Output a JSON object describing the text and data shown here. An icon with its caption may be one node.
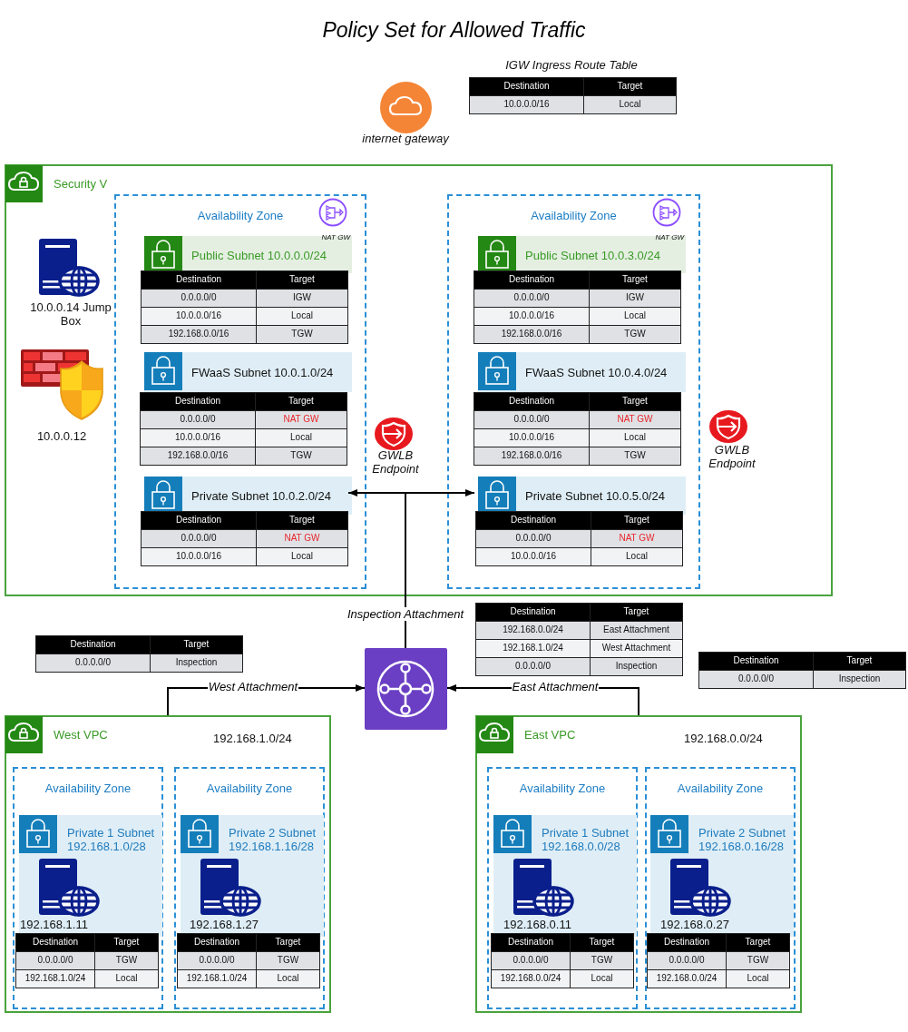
{
  "diagram": {
    "title": "Policy Set for Allowed Traffic",
    "nodes": [
      {
        "text": [
          "Security V"
        ]
      },
      {
        "text": [
          "Availability Zone"
        ],
        "in": 0
      },
      {
        "text": [
          "Public Subnet 10.0.0.0/24"
        ],
        "in": 1
      },
      {
        "text": [
          "FWaaS Subnet 10.0.1.0/24"
        ],
        "in": 1
      },
      {
        "text": [
          "Private Subnet 10.0.2.0/24"
        ],
        "in": 1
      },
      {
        "text": [
          "Availability Zone"
        ],
        "in": 0
      },
      {
        "text": [
          "Public Subnet 10.0.3.0/24"
        ],
        "in": 5
      },
      {
        "text": [
          "FWaaS Subnet 10.0.4.0/24"
        ],
        "in": 5
      },
      {
        "text": [
          "Private Subnet 10.0.5.0/24"
        ],
        "in": 5
      },
      {
        "text": [],
        "shape": "box"
      },
      {
        "text": [
          "West VPC",
          "192.168.1.0/24"
        ]
      },
      {
        "text": [
          "Availability Zone"
        ],
        "in": 10
      },
      {
        "text": [
          "Private 1 Subnet 192.168.1.0/28"
        ],
        "in": 11
      },
      {
        "text": [
          "Availability Zone"
        ],
        "in": 10
      },
      {
        "text": [
          "Private 2 Subnet 192.168.1.16/28"
        ],
        "in": 13
      },
      {
        "text": [
          "East VPC",
          "192.168.0.0/24"
        ]
      },
      {
        "text": [
          "Availability Zone"
        ],
        "in": 15
      },
      {
        "text": [
          "Private 1 Subnet 192.168.0.0/28"
        ],
        "in": 16
      },
      {
        "text": [
          "Availability Zone"
        ],
        "in": 15
      },
      {
        "text": [
          "Private 2 Subnet 192.168.0.16/28"
        ],
        "in": 18
      }
    ],
    "edges": [
      {
        "from": 9,
        "to": 4,
        "arrow": "to",
        "label": "Inspection Attachment"
      },
      {
        "from": 9,
        "to": 8,
        "arrow": "to"
      },
      {
        "from": 10,
        "to": 9,
        "arrow": "to",
        "label": "West Attachment"
      },
      {
        "from": 15,
        "to": 9,
        "arrow": "to",
        "label": "East Attachment"
      }
    ],
    "labels": [
      "IGW Ingress Route Table",
      "Destination",
      "Target",
      "10.0.0.0/16",
      "Local",
      "internet gateway",
      "NAT GW",
      "NAT GW",
      "Destination",
      "Target",
      "0.0.0.0/0",
      "IGW",
      "10.0.0.0/16",
      "Local",
      "192.168.0.0/16",
      "TGW",
      "Destination",
      "Target",
      "0.0.0.0/0",
      "IGW",
      "10.0.0.0/16",
      "Local",
      "192.168.0.0/16",
      "TGW",
      "Destination",
      "Target",
      "0.0.0.0/0",
      "NAT GW",
      "10.0.0.0/16",
      "Local",
      "192.168.0.0/16",
      "TGW",
      "Destination",
      "Target",
      "0.0.0.0/0",
      "NAT GW",
      "10.0.0.0/16",
      "Local",
      "192.168.0.0/16",
      "TGW",
      "Destination",
      "Target",
      "0.0.0.0/0",
      "NAT GW",
      "10.0.0.0/16",
      "Local",
      "Destination",
      "Target",
      "0.0.0.0/0",
      "NAT GW",
      "10.0.0.0/16",
      "Local",
      "10.0.0.14 Jump Box",
      "10.0.0.12",
      "GWLB Endpoint",
      "GWLB Endpoint",
      "Destination",
      "Target",
      "192.168.0.0/24",
      "East Attachment",
      "192.168.1.0/24",
      "West Attachment",
      "0.0.0.0/0",
      "Inspection",
      "Destination",
      "Target",
      "0.0.0.0/0",
      "Inspection",
      "Destination",
      "Target",
      "0.0.0.0/0",
      "Inspection",
      "192.168.1.11",
      "Destination",
      "Target",
      "0.0.0.0/0",
      "TGW",
      "192.168.1.0/24",
      "Local",
      "192.168.1.27",
      "Destination",
      "Target",
      "0.0.0.0/0",
      "TGW",
      "192.168.1.0/24",
      "Local",
      "192.168.0.11",
      "Destination",
      "Target",
      "0.0.0.0/0",
      "TGW",
      "192.168.0.0/24",
      "Local",
      "192.168.0.27",
      "Destination",
      "Target",
      "0.0.0.0/0",
      "TGW",
      "192.168.0.0/24",
      "Local"
    ]
  }
}
